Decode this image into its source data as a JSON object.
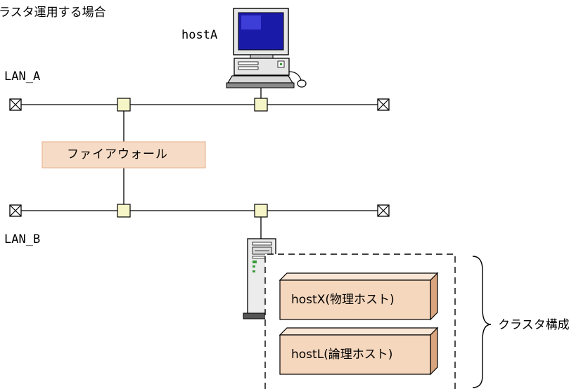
{
  "title": "ラスタ運用する場合",
  "hosts": {
    "host_a": "hostA"
  },
  "networks": {
    "lan_a": "LAN_A",
    "lan_b": "LAN_B"
  },
  "firewall": {
    "label": "ファイアウォール"
  },
  "cluster": {
    "physical_host": "hostX(物理ホスト)",
    "logical_host": "hostL(論理ホスト)",
    "label": "クラスタ構成"
  },
  "colors": {
    "node_fill": "#f5f5c8",
    "firewall_fill": "#f6dcc6",
    "firewall_stroke": "#e8b898",
    "box_front": "#f5d7bd",
    "box_top": "#fae6d4",
    "box_side": "#d9a57e",
    "monitor_screen": "#1a1aa8"
  }
}
